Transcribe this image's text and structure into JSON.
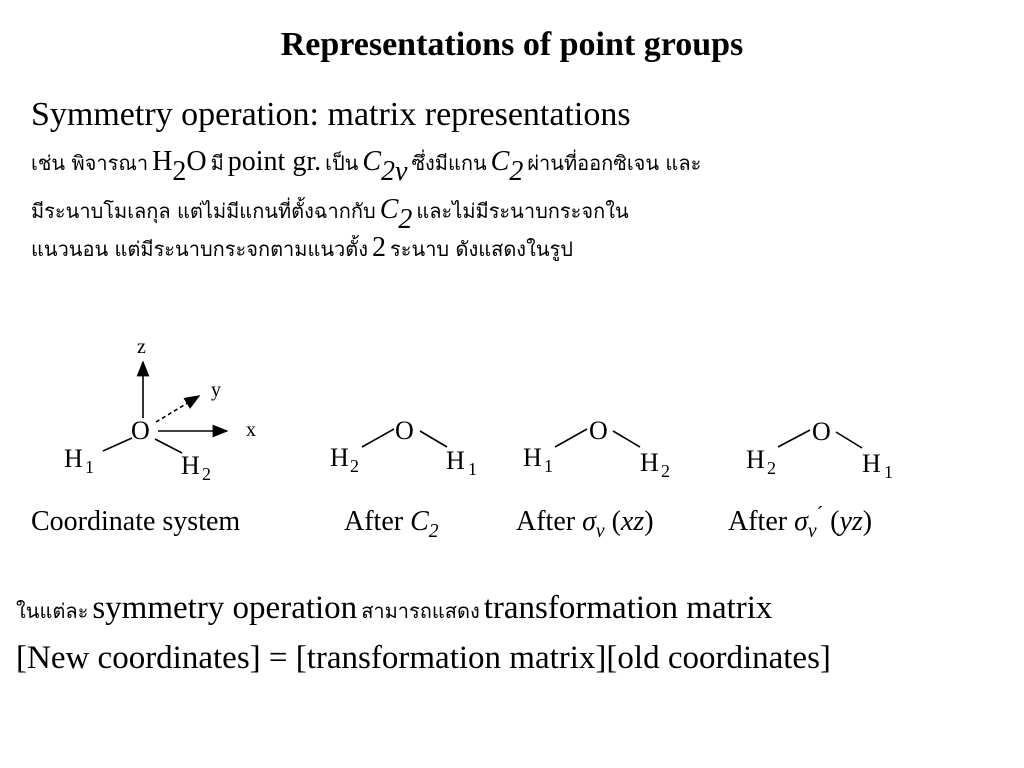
{
  "title": "Representations of point groups",
  "heading": "Symmetry operation: matrix representations",
  "intro": {
    "l1_a": "เช่น พิจารณา",
    "l1_h": "H",
    "l1_h_sub": "2",
    "l1_o": "O",
    "l1_b": "มี",
    "l1_c": "point gr.",
    "l1_d": "เป็น",
    "l1_e": "C",
    "l1_e_sub": "2v",
    "l1_f": "ซึ่งมีแกน",
    "l1_g": "C",
    "l1_g_sub": "2",
    "l1_i": "ผ่านที่ออกซิเจน และ",
    "l2_a": "มีระนาบโมเลกุล แต่ไม่มีแกนที่ตั้งฉากกับ",
    "l2_b": "C",
    "l2_b_sub": "2",
    "l2_c": "และไม่มีระนาบกระจกใน",
    "l3_a": "แนวนอน แต่มีระนาบกระจกตามแนวตั้ง",
    "l3_b": "2",
    "l3_c": "ระนาบ  ดังแสดงในรูป"
  },
  "diagram": {
    "axis_z": "z",
    "axis_y": "y",
    "axis_x": "x",
    "atom_o": "O",
    "atom_h": "H",
    "sub_1": "1",
    "sub_2": "2"
  },
  "captions": {
    "c0": "Coordinate system",
    "c1_a": "After ",
    "c1_b": "C",
    "c1_sub": "2",
    "c2_a": "After ",
    "c2_sigma": "σ",
    "c2_sub": "v",
    "c2_b": " (",
    "c2_c": "xz",
    "c2_d": ")",
    "c3_a": "After ",
    "c3_sigma": "σ",
    "c3_sub": "v",
    "c3_sup": "´",
    "c3_b": " (",
    "c3_c": "yz",
    "c3_d": ")"
  },
  "bottom": {
    "b1_a": "ในแต่ละ",
    "b1_b": "symmetry operation",
    "b1_c": "สามารถแสดง",
    "b1_d": "transformation matrix",
    "b2": "[New coordinates] = [transformation matrix][old coordinates]"
  }
}
